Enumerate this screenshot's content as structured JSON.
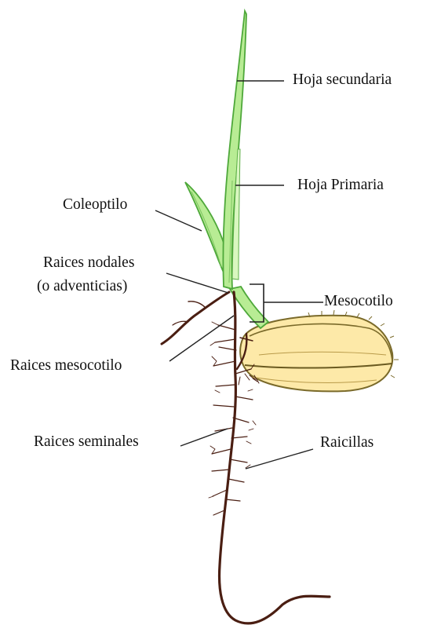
{
  "labels": {
    "hoja_secundaria": "Hoja secundaria",
    "hoja_primaria": "Hoja Primaria",
    "coleoptilo": "Coleoptilo",
    "raices_nodales": "Raices nodales",
    "raices_nodales_sub": "(o adventicias)",
    "mesocotilo": "Mesocotilo",
    "raices_mesocotilo": "Raices mesocotilo",
    "raices_seminales": "Raices seminales",
    "raicillas": "Raicillas"
  },
  "colors": {
    "leaf_fill": "#b8ec94",
    "leaf_stroke": "#4ea83a",
    "seed_fill": "#fde9a8",
    "seed_stroke": "#7a6a2a",
    "root": "#4a1e12",
    "leader": "#222222"
  }
}
